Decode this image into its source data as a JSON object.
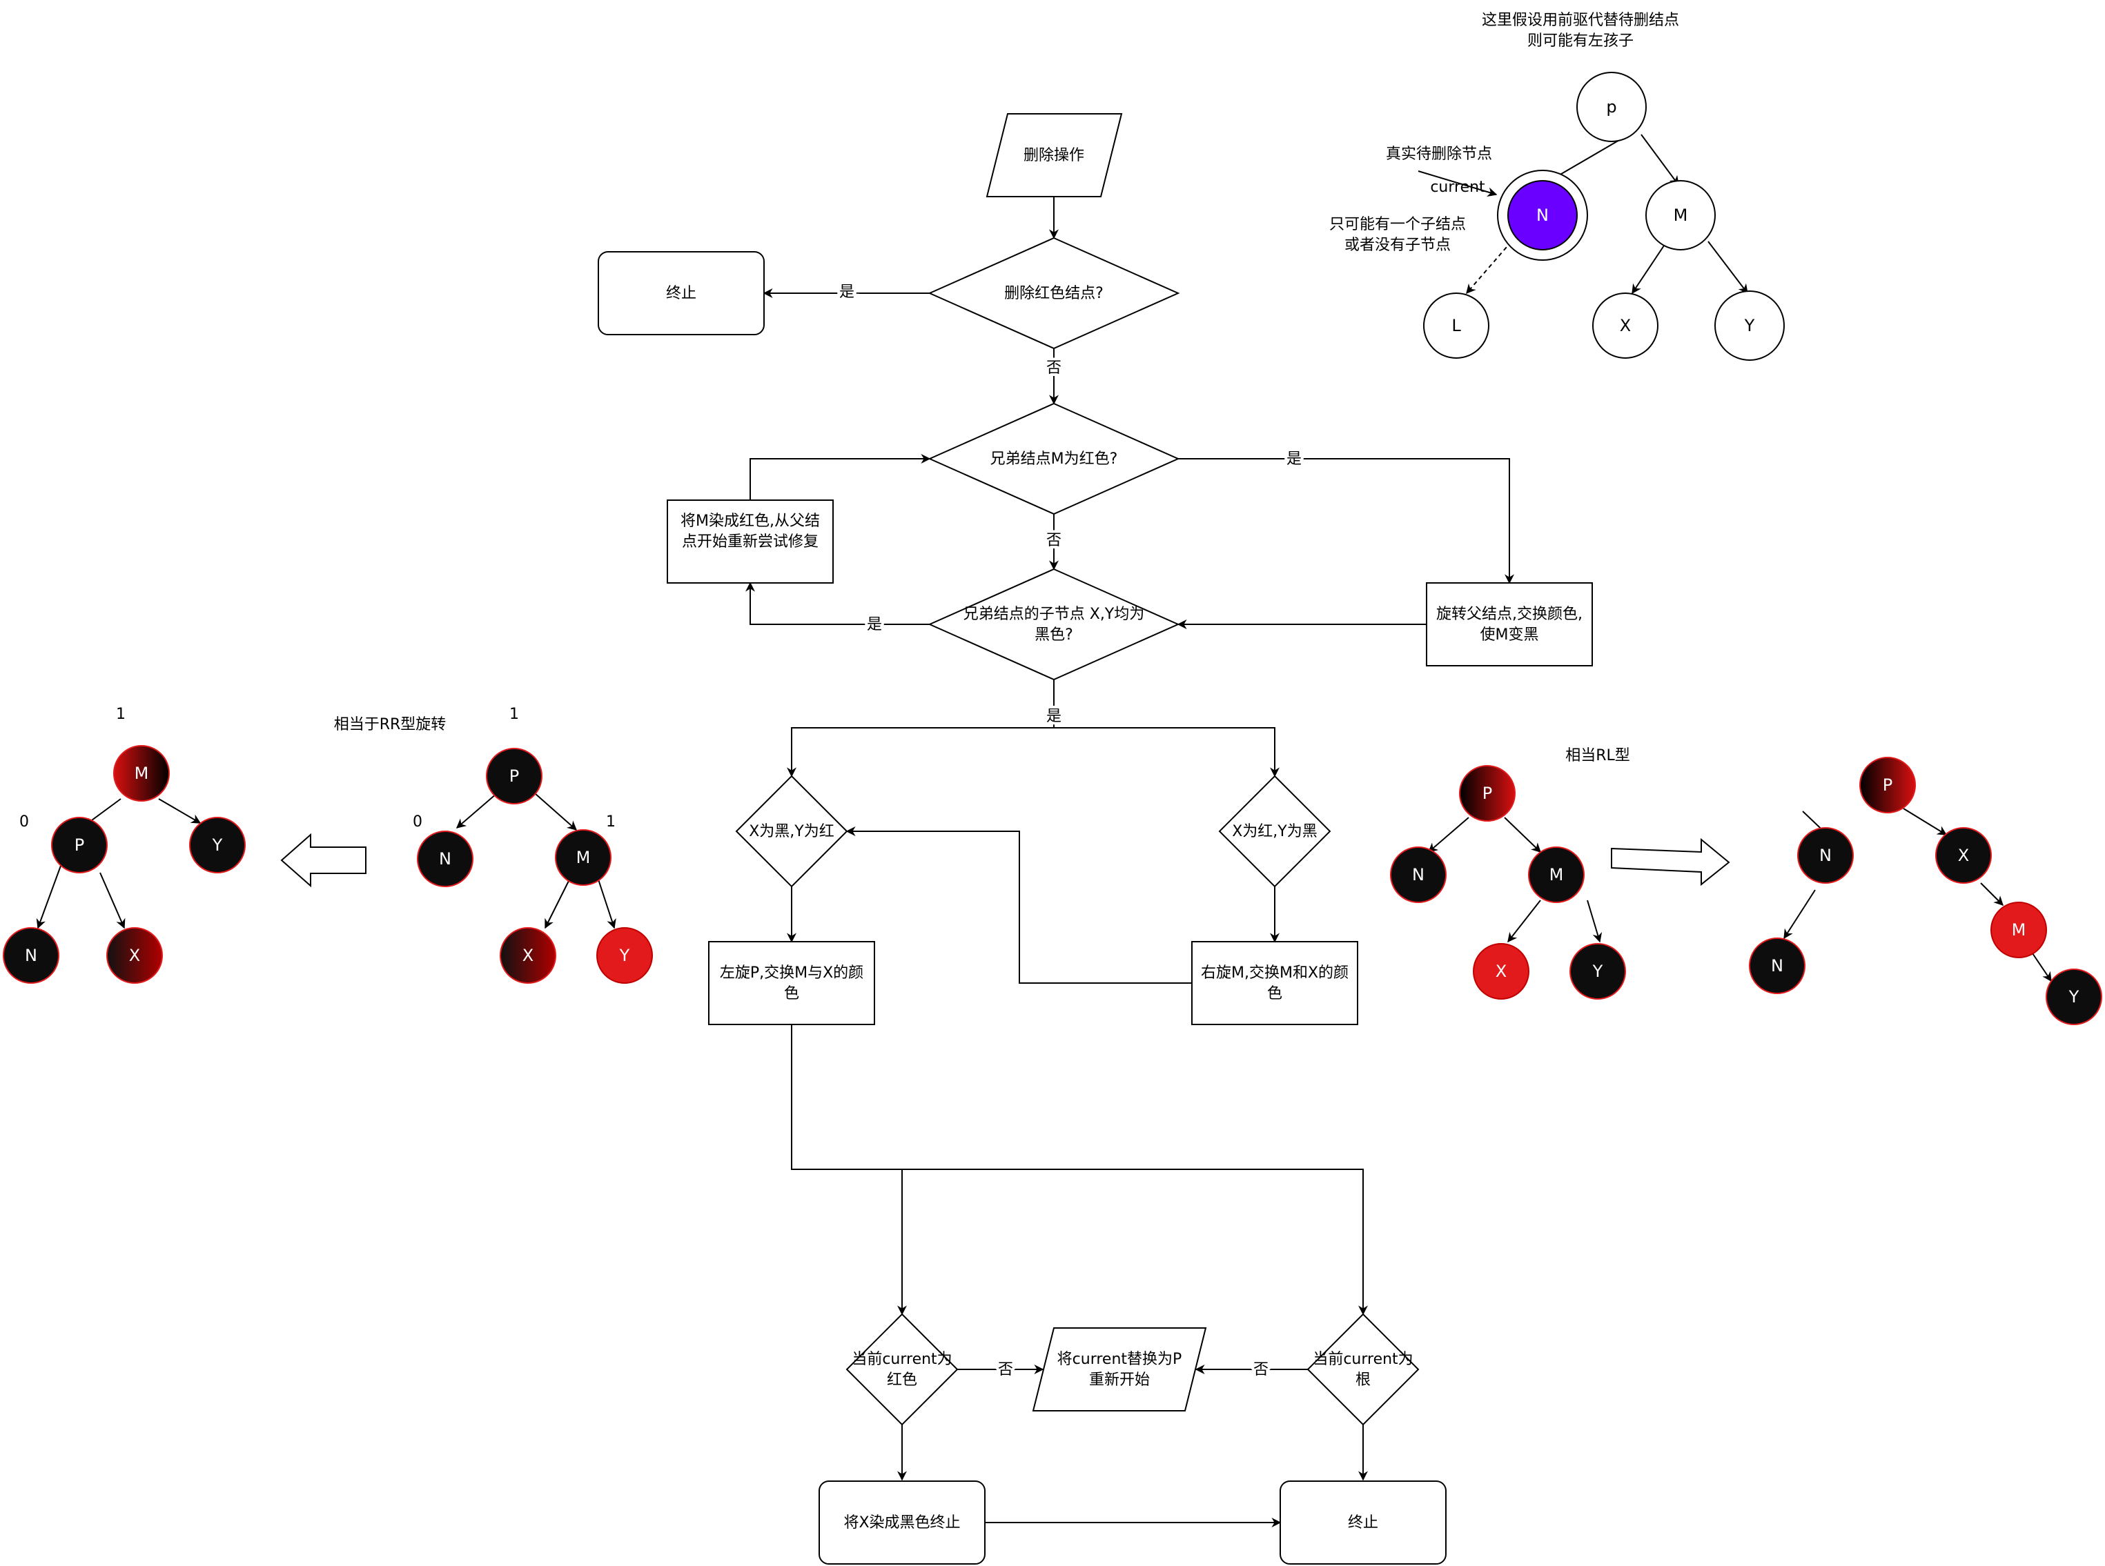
{
  "flow": {
    "start": "删除操作",
    "q_red": "删除红色结点?",
    "end_top": "终止",
    "yes": "是",
    "no": "否",
    "q_sibling_red_line1": "兄弟结点M为红色?",
    "recolor_line1": "将M染成红色,从父结",
    "recolor_line2": "点开始重新尝试修复",
    "q_children_line1": "兄弟结点的子节点 X,Y均为",
    "q_children_line2": "黑色?",
    "rotate_parent_line1": "旋转父结点,交换颜色,",
    "rotate_parent_line2": "使M变黑",
    "q_xblack_yred": "X为黑,Y为红",
    "q_xred_yblack": "X为红,Y为黑",
    "left_rotate_line1": "左旋P,交换M与X的颜",
    "left_rotate_line2": "色",
    "right_rotate_line1": "右旋M,交换M和X的颜",
    "right_rotate_line2": "色",
    "q_current_red_line1": "当前current为",
    "q_current_red_line2": "红色",
    "replace_line1": "将current替换为P",
    "replace_line2": "重新开始",
    "q_current_root_line1": "当前current为",
    "q_current_root_line2": "根",
    "paint_x_black": "将X染成黑色终止",
    "end_bottom": "终止"
  },
  "top_tree": {
    "note_line1": "这里假设用前驱代替待删结点",
    "note_line2": "则可能有左孩子",
    "real_delete_label": "真实待删除节点",
    "current_label": "current",
    "only_child_line1": "只可能有一个子结点",
    "only_child_line2": "或者没有子节点",
    "nodes": {
      "p": "p",
      "N": "N",
      "M": "M",
      "L": "L",
      "X": "X",
      "Y": "Y"
    },
    "colors": {
      "N": "#6a00ff"
    }
  },
  "rr": {
    "title": "相当于RR型旋转",
    "before": {
      "root_num": "1",
      "M_num": "1",
      "N_num": "0",
      "nodes": {
        "P": "P",
        "N": "N",
        "M": "M",
        "X": "X",
        "Y": "Y"
      }
    },
    "after": {
      "root_num": "1",
      "P_num": "0",
      "nodes": {
        "M": "M",
        "P": "P",
        "Y": "Y",
        "N": "N",
        "X": "X"
      }
    }
  },
  "rl": {
    "title": "相当RL型",
    "before": {
      "nodes": {
        "P": "P",
        "N": "N",
        "M": "M",
        "X": "X",
        "Y": "Y"
      }
    },
    "after": {
      "nodes": {
        "P": "P",
        "N": "N",
        "X": "X",
        "N2": "N",
        "M": "M",
        "Y": "Y"
      }
    }
  },
  "colors": {
    "red": "#e31a1c",
    "black": "#0d0d0d",
    "purple": "#6a00ff"
  }
}
